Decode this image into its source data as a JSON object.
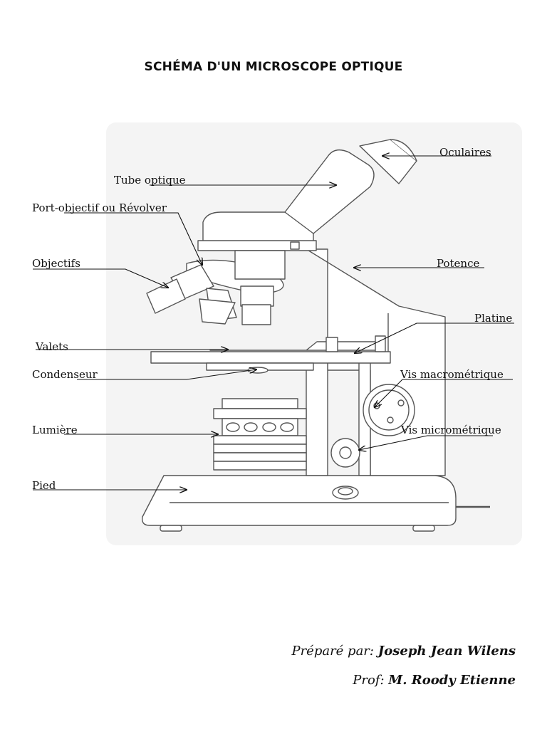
{
  "title": "SCHÉMA D'UN MICROSCOPE OPTIQUE",
  "labels": {
    "oculaires": "Oculaires",
    "tube_optique": "Tube optique",
    "port_objectif": "Port-objectif ou Révolver",
    "objectifs": "Objectifs",
    "potence": "Potence",
    "platine": "Platine",
    "valets": "Valets",
    "condenseur": "Condenseur",
    "vis_macrometrique": "Vis macrométrique",
    "lumiere": "Lumière",
    "vis_micrometrique": "Vis micrométrique",
    "pied": "Pied"
  },
  "footer": {
    "prepared_label": "Préparé par:",
    "prepared_name": "Joseph Jean Wilens",
    "prof_label": "Prof:",
    "prof_name": "M. Roody Etienne"
  }
}
